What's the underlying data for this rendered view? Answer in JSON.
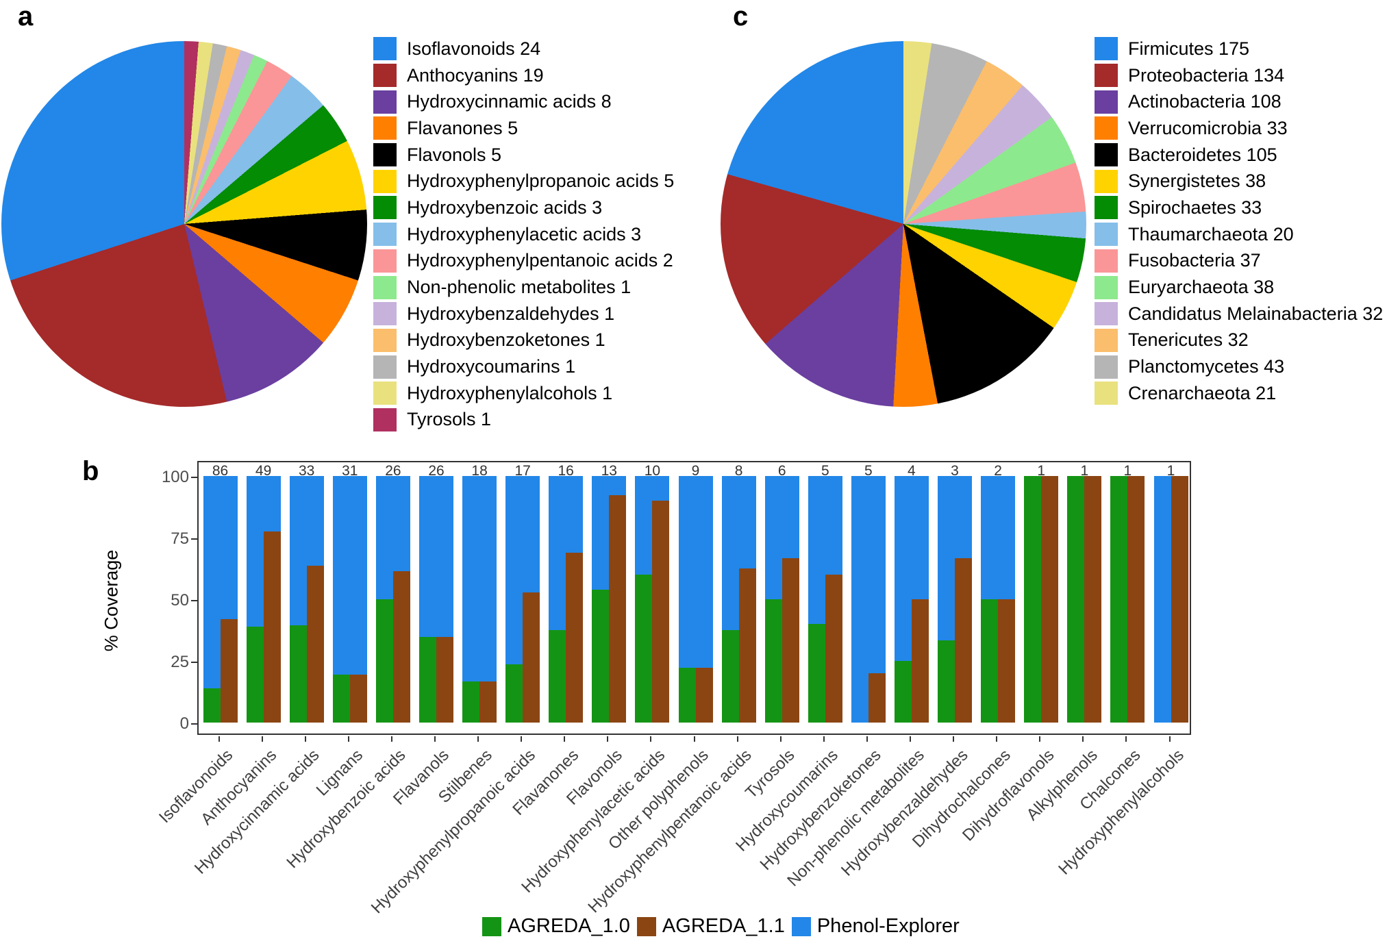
{
  "figure": {
    "panel_labels": {
      "a": "a",
      "b": "b",
      "c": "c"
    }
  },
  "palette": {
    "blue": "#2287E8",
    "dark_red": "#A52A2A",
    "purple": "#6A3FA0",
    "orange": "#FF7F00",
    "black": "#000000",
    "gold": "#FFD300",
    "green": "#048C04",
    "light_blue": "#85BEE9",
    "salmon": "#FA9697",
    "light_green": "#8DE98D",
    "lavender": "#C7B2DC",
    "light_orange": "#FBBE6C",
    "gray": "#B5B5B5",
    "khaki": "#E9E17E",
    "maroon": "#B03060",
    "agreda10_green": "#149414",
    "agreda11_brown": "#8B4513"
  },
  "chart_data": [
    {
      "id": "pie_a",
      "type": "pie",
      "panel": "a",
      "legend_position": "right",
      "draw_order": "legend order counterclockwise from 12 o'clock",
      "total": 80,
      "slices": [
        {
          "label": "Isoflavonoids",
          "value": 24,
          "color": "blue"
        },
        {
          "label": "Anthocyanins",
          "value": 19,
          "color": "dark_red"
        },
        {
          "label": "Hydroxycinnamic acids",
          "value": 8,
          "color": "purple"
        },
        {
          "label": "Flavanones",
          "value": 5,
          "color": "orange"
        },
        {
          "label": "Flavonols",
          "value": 5,
          "color": "black"
        },
        {
          "label": "Hydroxyphenylpropanoic acids",
          "value": 5,
          "color": "gold"
        },
        {
          "label": "Hydroxybenzoic acids",
          "value": 3,
          "color": "green"
        },
        {
          "label": "Hydroxyphenylacetic acids",
          "value": 3,
          "color": "light_blue"
        },
        {
          "label": "Hydroxyphenylpentanoic acids",
          "value": 2,
          "color": "salmon"
        },
        {
          "label": "Non-phenolic metabolites",
          "value": 1,
          "color": "light_green"
        },
        {
          "label": "Hydroxybenzaldehydes",
          "value": 1,
          "color": "lavender"
        },
        {
          "label": "Hydroxybenzoketones",
          "value": 1,
          "color": "light_orange"
        },
        {
          "label": "Hydroxycoumarins",
          "value": 1,
          "color": "gray"
        },
        {
          "label": "Hydroxyphenylalcohols",
          "value": 1,
          "color": "khaki"
        },
        {
          "label": "Tyrosols",
          "value": 1,
          "color": "maroon"
        }
      ]
    },
    {
      "id": "bar_b",
      "type": "bar",
      "panel": "b",
      "ylabel": "% Coverage",
      "ylim": [
        0,
        100
      ],
      "yticks": [
        0,
        25,
        50,
        75,
        100
      ],
      "grid": false,
      "legend_position": "bottom",
      "legend": [
        {
          "name": "AGREDA_1.0",
          "color": "agreda10_green"
        },
        {
          "name": "AGREDA_1.1",
          "color": "agreda11_brown"
        },
        {
          "name": "Phenol-Explorer",
          "color": "blue"
        }
      ],
      "categories": [
        "Isoflavonoids",
        "Anthocyanins",
        "Hydroxycinnamic acids",
        "Lignans",
        "Hydroxybenzoic acids",
        "Flavanols",
        "Stilbenes",
        "Hydroxyphenylpropanoic acids",
        "Flavanones",
        "Flavonols",
        "Hydroxyphenylacetic acids",
        "Other polyphenols",
        "Hydroxyphenylpentanoic acids",
        "Tyrosols",
        "Hydroxycoumarins",
        "Hydroxybenzoketones",
        "Non-phenolic metabolites",
        "Hydroxybenzaldehydes",
        "Dihydrochalcones",
        "Dihydroflavonols",
        "Alkylphenols",
        "Chalcones",
        "Hydroxyphenylalcohols"
      ],
      "counts": [
        86,
        49,
        33,
        31,
        26,
        26,
        18,
        17,
        16,
        13,
        10,
        9,
        8,
        6,
        5,
        5,
        4,
        3,
        2,
        1,
        1,
        1,
        1
      ],
      "series": [
        {
          "name": "AGREDA_1.0",
          "values": [
            14.0,
            38.8,
            39.4,
            19.4,
            50.0,
            34.6,
            16.7,
            23.5,
            37.5,
            53.8,
            60.0,
            22.2,
            37.5,
            50.0,
            40.0,
            0.0,
            25.0,
            33.3,
            50.0,
            100.0,
            100.0,
            100.0,
            0.0
          ]
        },
        {
          "name": "AGREDA_1.1",
          "values": [
            41.9,
            77.6,
            63.6,
            19.4,
            61.5,
            34.6,
            16.7,
            52.9,
            68.8,
            92.3,
            90.0,
            22.2,
            62.5,
            66.7,
            60.0,
            20.0,
            50.0,
            66.7,
            50.0,
            100.0,
            100.0,
            100.0,
            100.0
          ]
        },
        {
          "name": "Phenol-Explorer",
          "values": [
            100,
            100,
            100,
            100,
            100,
            100,
            100,
            100,
            100,
            100,
            100,
            100,
            100,
            100,
            100,
            100,
            100,
            100,
            100,
            100,
            100,
            100,
            100
          ]
        }
      ]
    },
    {
      "id": "pie_c",
      "type": "pie",
      "panel": "c",
      "legend_position": "right",
      "draw_order": "legend order counterclockwise from 12 o'clock",
      "total": 849,
      "slices": [
        {
          "label": "Firmicutes",
          "value": 175,
          "color": "blue"
        },
        {
          "label": "Proteobacteria",
          "value": 134,
          "color": "dark_red"
        },
        {
          "label": "Actinobacteria",
          "value": 108,
          "color": "purple"
        },
        {
          "label": "Verrucomicrobia",
          "value": 33,
          "color": "orange"
        },
        {
          "label": "Bacteroidetes",
          "value": 105,
          "color": "black"
        },
        {
          "label": "Synergistetes",
          "value": 38,
          "color": "gold"
        },
        {
          "label": "Spirochaetes",
          "value": 33,
          "color": "green"
        },
        {
          "label": "Thaumarchaeota",
          "value": 20,
          "color": "light_blue"
        },
        {
          "label": "Fusobacteria",
          "value": 37,
          "color": "salmon"
        },
        {
          "label": "Euryarchaeota",
          "value": 38,
          "color": "light_green"
        },
        {
          "label": "Candidatus Melainabacteria",
          "value": 32,
          "color": "lavender"
        },
        {
          "label": "Tenericutes",
          "value": 32,
          "color": "light_orange"
        },
        {
          "label": "Planctomycetes",
          "value": 43,
          "color": "gray"
        },
        {
          "label": "Crenarchaeota",
          "value": 21,
          "color": "khaki"
        }
      ]
    }
  ]
}
